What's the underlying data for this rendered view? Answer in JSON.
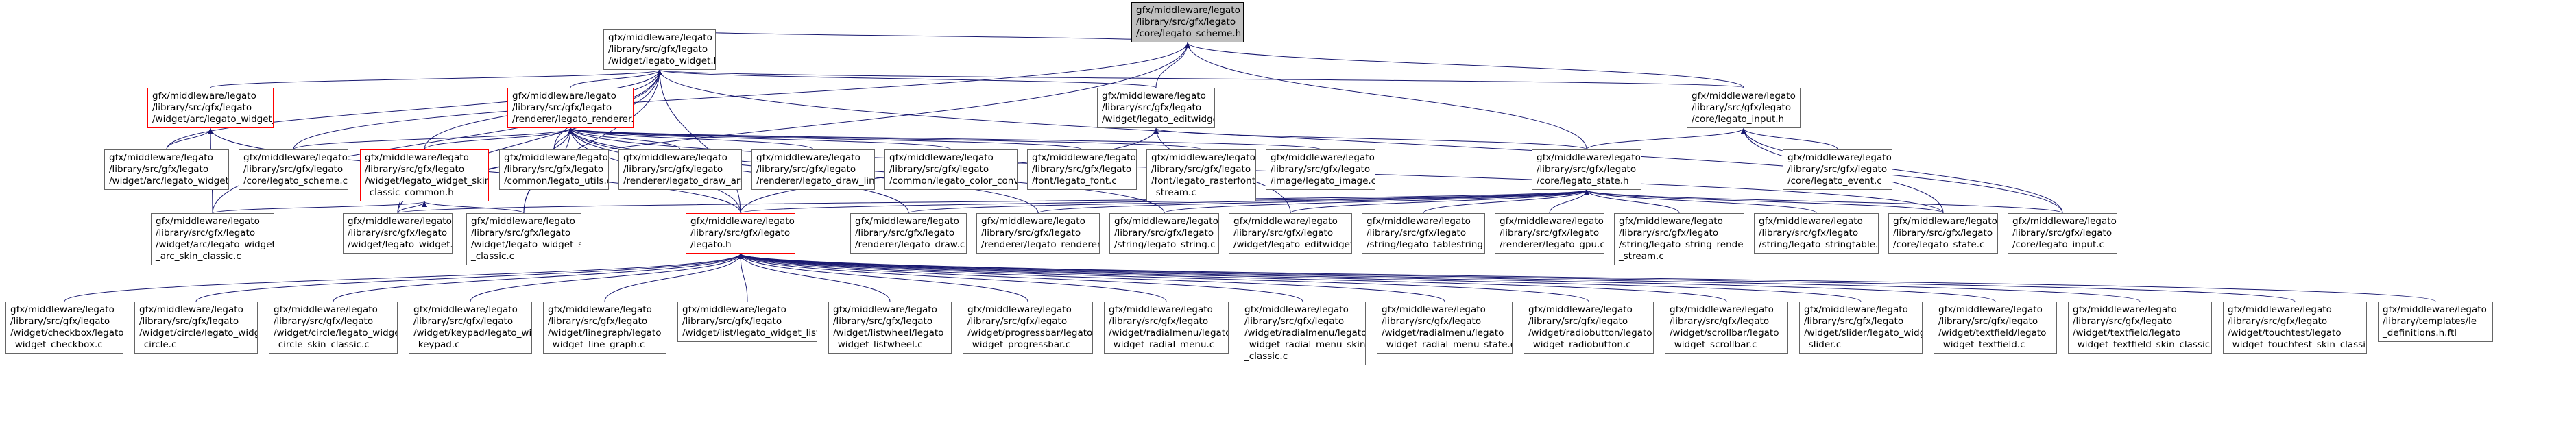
{
  "colors": {
    "edge": "#191970",
    "node_border": "#666666",
    "truncated_border": "#ff0000",
    "root_fill": "#bfbfbf"
  },
  "nodes": [
    {
      "id": "root",
      "lines": [
        "gfx/middleware/legato",
        "/library/src/gfx/legato",
        "/core/legato_scheme.h"
      ],
      "style": "root"
    },
    {
      "id": "widget_h",
      "lines": [
        "gfx/middleware/legato",
        "/library/src/gfx/legato",
        "/widget/legato_widget.h"
      ],
      "style": "normal"
    },
    {
      "id": "widget_arc_h",
      "lines": [
        "gfx/middleware/legato",
        "/library/src/gfx/legato",
        "/widget/arc/legato_widget_arc.h"
      ],
      "style": "truncated"
    },
    {
      "id": "renderer_h",
      "lines": [
        "gfx/middleware/legato",
        "/library/src/gfx/legato",
        "/renderer/legato_renderer.h"
      ],
      "style": "truncated"
    },
    {
      "id": "editwidget_h",
      "lines": [
        "gfx/middleware/legato",
        "/library/src/gfx/legato",
        "/widget/legato_editwidget.h"
      ],
      "style": "normal"
    },
    {
      "id": "input_h",
      "lines": [
        "gfx/middleware/legato",
        "/library/src/gfx/legato",
        "/core/legato_input.h"
      ],
      "style": "normal"
    },
    {
      "id": "widget_arc_c",
      "lines": [
        "gfx/middleware/legato",
        "/library/src/gfx/legato",
        "/widget/arc/legato_widget_arc.c"
      ],
      "style": "normal"
    },
    {
      "id": "scheme_c",
      "lines": [
        "gfx/middleware/legato",
        "/library/src/gfx/legato",
        "/core/legato_scheme.c"
      ],
      "style": "normal"
    },
    {
      "id": "skin_common_h",
      "lines": [
        "gfx/middleware/legato",
        "/library/src/gfx/legato",
        "/widget/legato_widget_skin",
        "_classic_common.h"
      ],
      "style": "truncated"
    },
    {
      "id": "utils_c",
      "lines": [
        "gfx/middleware/legato",
        "/library/src/gfx/legato",
        "/common/legato_utils.c"
      ],
      "style": "normal"
    },
    {
      "id": "draw_arc_c",
      "lines": [
        "gfx/middleware/legato",
        "/library/src/gfx/legato",
        "/renderer/legato_draw_arc.c"
      ],
      "style": "normal"
    },
    {
      "id": "draw_line_c",
      "lines": [
        "gfx/middleware/legato",
        "/library/src/gfx/legato",
        "/renderer/legato_draw_line.c"
      ],
      "style": "normal"
    },
    {
      "id": "color_convert_c",
      "lines": [
        "gfx/middleware/legato",
        "/library/src/gfx/legato",
        "/common/legato_color_convert.c"
      ],
      "style": "normal"
    },
    {
      "id": "font_c",
      "lines": [
        "gfx/middleware/legato",
        "/library/src/gfx/legato",
        "/font/legato_font.c"
      ],
      "style": "normal"
    },
    {
      "id": "rasterfont_c",
      "lines": [
        "gfx/middleware/legato",
        "/library/src/gfx/legato",
        "/font/legato_rasterfont",
        "_stream.c"
      ],
      "style": "normal"
    },
    {
      "id": "image_c",
      "lines": [
        "gfx/middleware/legato",
        "/library/src/gfx/legato",
        "/image/legato_image.c"
      ],
      "style": "normal"
    },
    {
      "id": "state_h",
      "lines": [
        "gfx/middleware/legato",
        "/library/src/gfx/legato",
        "/core/legato_state.h"
      ],
      "style": "normal"
    },
    {
      "id": "event_c",
      "lines": [
        "gfx/middleware/legato",
        "/library/src/gfx/legato",
        "/core/legato_event.c"
      ],
      "style": "normal"
    },
    {
      "id": "arc_skin_classic_c",
      "lines": [
        "gfx/middleware/legato",
        "/library/src/gfx/legato",
        "/widget/arc/legato_widget",
        "_arc_skin_classic.c"
      ],
      "style": "normal"
    },
    {
      "id": "widget_c",
      "lines": [
        "gfx/middleware/legato",
        "/library/src/gfx/legato",
        "/widget/legato_widget.c"
      ],
      "style": "normal"
    },
    {
      "id": "widget_skin_classic_c",
      "lines": [
        "gfx/middleware/legato",
        "/library/src/gfx/legato",
        "/widget/legato_widget_skin",
        "_classic.c"
      ],
      "style": "normal"
    },
    {
      "id": "legato_h",
      "lines": [
        "gfx/middleware/legato",
        "/library/src/gfx/legato",
        "/legato.h"
      ],
      "style": "truncated"
    },
    {
      "id": "draw_c",
      "lines": [
        "gfx/middleware/legato",
        "/library/src/gfx/legato",
        "/renderer/legato_draw.c"
      ],
      "style": "normal"
    },
    {
      "id": "renderer_c",
      "lines": [
        "gfx/middleware/legato",
        "/library/src/gfx/legato",
        "/renderer/legato_renderer.c"
      ],
      "style": "normal"
    },
    {
      "id": "string_c",
      "lines": [
        "gfx/middleware/legato",
        "/library/src/gfx/legato",
        "/string/legato_string.c"
      ],
      "style": "normal"
    },
    {
      "id": "editwidget_c",
      "lines": [
        "gfx/middleware/legato",
        "/library/src/gfx/legato",
        "/widget/legato_editwidget.c"
      ],
      "style": "normal"
    },
    {
      "id": "tablestring_c",
      "lines": [
        "gfx/middleware/legato",
        "/library/src/gfx/legato",
        "/string/legato_tablestring.c"
      ],
      "style": "normal"
    },
    {
      "id": "gpu_c",
      "lines": [
        "gfx/middleware/legato",
        "/library/src/gfx/legato",
        "/renderer/legato_gpu.c"
      ],
      "style": "normal"
    },
    {
      "id": "string_renderer_stream_c",
      "lines": [
        "gfx/middleware/legato",
        "/library/src/gfx/legato",
        "/string/legato_string_renderer",
        "_stream.c"
      ],
      "style": "normal"
    },
    {
      "id": "stringtable_c",
      "lines": [
        "gfx/middleware/legato",
        "/library/src/gfx/legato",
        "/string/legato_stringtable.c"
      ],
      "style": "normal"
    },
    {
      "id": "state_c",
      "lines": [
        "gfx/middleware/legato",
        "/library/src/gfx/legato",
        "/core/legato_state.c"
      ],
      "style": "normal"
    },
    {
      "id": "input_c",
      "lines": [
        "gfx/middleware/legato",
        "/library/src/gfx/legato",
        "/core/legato_input.c"
      ],
      "style": "normal"
    },
    {
      "id": "checkbox_c",
      "lines": [
        "gfx/middleware/legato",
        "/library/src/gfx/legato",
        "/widget/checkbox/legato",
        "_widget_checkbox.c"
      ],
      "style": "normal"
    },
    {
      "id": "circle_c",
      "lines": [
        "gfx/middleware/legato",
        "/library/src/gfx/legato",
        "/widget/circle/legato_widget",
        "_circle.c"
      ],
      "style": "normal"
    },
    {
      "id": "circle_skin_c",
      "lines": [
        "gfx/middleware/legato",
        "/library/src/gfx/legato",
        "/widget/circle/legato_widget",
        "_circle_skin_classic.c"
      ],
      "style": "normal"
    },
    {
      "id": "keypad_c",
      "lines": [
        "gfx/middleware/legato",
        "/library/src/gfx/legato",
        "/widget/keypad/legato_widget",
        "_keypad.c"
      ],
      "style": "normal"
    },
    {
      "id": "line_graph_c",
      "lines": [
        "gfx/middleware/legato",
        "/library/src/gfx/legato",
        "/widget/linegraph/legato",
        "_widget_line_graph.c"
      ],
      "style": "normal"
    },
    {
      "id": "list_c",
      "lines": [
        "gfx/middleware/legato",
        "/library/src/gfx/legato",
        "/widget/list/legato_widget_list.c"
      ],
      "style": "normal"
    },
    {
      "id": "listwheel_c",
      "lines": [
        "gfx/middleware/legato",
        "/library/src/gfx/legato",
        "/widget/listwheel/legato",
        "_widget_listwheel.c"
      ],
      "style": "normal"
    },
    {
      "id": "progressbar_c",
      "lines": [
        "gfx/middleware/legato",
        "/library/src/gfx/legato",
        "/widget/progressbar/legato",
        "_widget_progressbar.c"
      ],
      "style": "normal"
    },
    {
      "id": "radial_menu_c",
      "lines": [
        "gfx/middleware/legato",
        "/library/src/gfx/legato",
        "/widget/radialmenu/legato",
        "_widget_radial_menu.c"
      ],
      "style": "normal"
    },
    {
      "id": "radial_menu_skin_c",
      "lines": [
        "gfx/middleware/legato",
        "/library/src/gfx/legato",
        "/widget/radialmenu/legato",
        "_widget_radial_menu_skin",
        "_classic.c"
      ],
      "style": "normal"
    },
    {
      "id": "radial_menu_state_c",
      "lines": [
        "gfx/middleware/legato",
        "/library/src/gfx/legato",
        "/widget/radialmenu/legato",
        "_widget_radial_menu_state.c"
      ],
      "style": "normal"
    },
    {
      "id": "radiobutton_c",
      "lines": [
        "gfx/middleware/legato",
        "/library/src/gfx/legato",
        "/widget/radiobutton/legato",
        "_widget_radiobutton.c"
      ],
      "style": "normal"
    },
    {
      "id": "scrollbar_c",
      "lines": [
        "gfx/middleware/legato",
        "/library/src/gfx/legato",
        "/widget/scrollbar/legato",
        "_widget_scrollbar.c"
      ],
      "style": "normal"
    },
    {
      "id": "slider_c",
      "lines": [
        "gfx/middleware/legato",
        "/library/src/gfx/legato",
        "/widget/slider/legato_widget",
        "_slider.c"
      ],
      "style": "normal"
    },
    {
      "id": "textfield_c",
      "lines": [
        "gfx/middleware/legato",
        "/library/src/gfx/legato",
        "/widget/textfield/legato",
        "_widget_textfield.c"
      ],
      "style": "normal"
    },
    {
      "id": "textfield_skin_c",
      "lines": [
        "gfx/middleware/legato",
        "/library/src/gfx/legato",
        "/widget/textfield/legato",
        "_widget_textfield_skin_classic.c"
      ],
      "style": "normal"
    },
    {
      "id": "touchtest_skin_c",
      "lines": [
        "gfx/middleware/legato",
        "/library/src/gfx/legato",
        "/widget/touchtest/legato",
        "_widget_touchtest_skin_classic.c"
      ],
      "style": "normal"
    },
    {
      "id": "definitions_ftl",
      "lines": [
        "gfx/middleware/legato",
        "/library/templates/le",
        "_definitions.h.ftl"
      ],
      "style": "normal"
    }
  ],
  "edges": [
    [
      "widget_h",
      "root"
    ],
    [
      "editwidget_h",
      "root"
    ],
    [
      "input_h",
      "root"
    ],
    [
      "state_h",
      "root"
    ],
    [
      "scheme_c",
      "root"
    ],
    [
      "widget_c",
      "root"
    ],
    [
      "widget_arc_h",
      "widget_h"
    ],
    [
      "renderer_h",
      "widget_h"
    ],
    [
      "editwidget_h",
      "widget_h"
    ],
    [
      "input_h",
      "widget_h"
    ],
    [
      "widget_arc_c",
      "widget_h"
    ],
    [
      "skin_common_h",
      "widget_h"
    ],
    [
      "utils_c",
      "widget_h"
    ],
    [
      "arc_skin_classic_c",
      "widget_h"
    ],
    [
      "widget_c",
      "widget_h"
    ],
    [
      "widget_skin_classic_c",
      "widget_h"
    ],
    [
      "legato_h",
      "widget_h"
    ],
    [
      "input_c",
      "widget_h"
    ],
    [
      "widget_arc_c",
      "widget_arc_h"
    ],
    [
      "arc_skin_classic_c",
      "widget_arc_h"
    ],
    [
      "legato_h",
      "widget_arc_h"
    ],
    [
      "scheme_c",
      "renderer_h"
    ],
    [
      "skin_common_h",
      "renderer_h"
    ],
    [
      "utils_c",
      "renderer_h"
    ],
    [
      "draw_arc_c",
      "renderer_h"
    ],
    [
      "draw_line_c",
      "renderer_h"
    ],
    [
      "color_convert_c",
      "renderer_h"
    ],
    [
      "font_c",
      "renderer_h"
    ],
    [
      "rasterfont_c",
      "renderer_h"
    ],
    [
      "image_c",
      "renderer_h"
    ],
    [
      "widget_c",
      "renderer_h"
    ],
    [
      "widget_skin_classic_c",
      "renderer_h"
    ],
    [
      "legato_h",
      "renderer_h"
    ],
    [
      "draw_c",
      "renderer_h"
    ],
    [
      "renderer_c",
      "renderer_h"
    ],
    [
      "string_c",
      "renderer_h"
    ],
    [
      "state_c",
      "renderer_h"
    ],
    [
      "arc_skin_classic_c",
      "skin_common_h"
    ],
    [
      "widget_skin_classic_c",
      "skin_common_h"
    ],
    [
      "widget_c",
      "skin_common_h"
    ],
    [
      "legato_h",
      "editwidget_h"
    ],
    [
      "editwidget_c",
      "editwidget_h"
    ],
    [
      "state_h",
      "editwidget_h"
    ],
    [
      "state_h",
      "input_h"
    ],
    [
      "event_c",
      "input_h"
    ],
    [
      "input_c",
      "input_h"
    ],
    [
      "state_c",
      "input_h"
    ],
    [
      "widget_c",
      "state_h"
    ],
    [
      "legato_h",
      "state_h"
    ],
    [
      "draw_c",
      "state_h"
    ],
    [
      "renderer_c",
      "state_h"
    ],
    [
      "string_c",
      "state_h"
    ],
    [
      "editwidget_c",
      "state_h"
    ],
    [
      "tablestring_c",
      "state_h"
    ],
    [
      "gpu_c",
      "state_h"
    ],
    [
      "string_renderer_stream_c",
      "state_h"
    ],
    [
      "stringtable_c",
      "state_h"
    ],
    [
      "state_c",
      "state_h"
    ],
    [
      "input_c",
      "state_h"
    ],
    [
      "checkbox_c",
      "legato_h"
    ],
    [
      "circle_c",
      "legato_h"
    ],
    [
      "circle_skin_c",
      "legato_h"
    ],
    [
      "keypad_c",
      "legato_h"
    ],
    [
      "line_graph_c",
      "legato_h"
    ],
    [
      "list_c",
      "legato_h"
    ],
    [
      "listwheel_c",
      "legato_h"
    ],
    [
      "progressbar_c",
      "legato_h"
    ],
    [
      "radial_menu_c",
      "legato_h"
    ],
    [
      "radial_menu_skin_c",
      "legato_h"
    ],
    [
      "radial_menu_state_c",
      "legato_h"
    ],
    [
      "radiobutton_c",
      "legato_h"
    ],
    [
      "scrollbar_c",
      "legato_h"
    ],
    [
      "slider_c",
      "legato_h"
    ],
    [
      "textfield_c",
      "legato_h"
    ],
    [
      "textfield_skin_c",
      "legato_h"
    ],
    [
      "touchtest_skin_c",
      "legato_h"
    ],
    [
      "definitions_ftl",
      "legato_h"
    ]
  ]
}
